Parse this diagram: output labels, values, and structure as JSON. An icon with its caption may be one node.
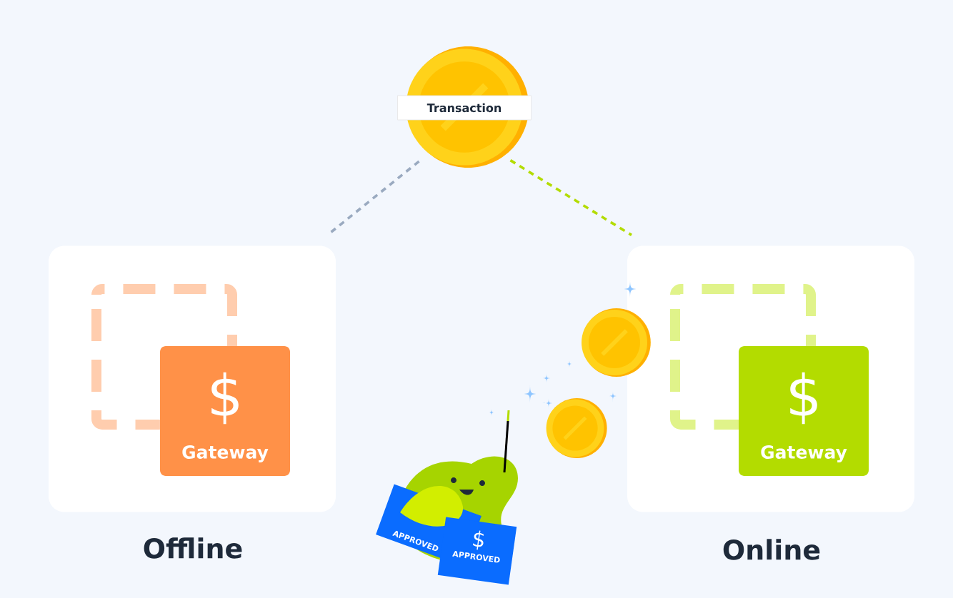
{
  "diagram": {
    "nodes": [
      {
        "text": [
          "Transaction"
        ]
      },
      {
        "text": [
          "Offline"
        ]
      },
      {
        "text": [
          "$",
          "Gateway"
        ],
        "in": 1
      },
      {
        "text": [
          "Online"
        ]
      },
      {
        "text": [
          "$",
          "Gateway"
        ],
        "in": 3
      }
    ],
    "edges": [
      {
        "from": 0,
        "to": 1,
        "arrow": "none",
        "style": "dashed",
        "color": "#9aaac0"
      },
      {
        "from": 0,
        "to": 3,
        "arrow": "none",
        "style": "dashed",
        "color": "#b3dc00"
      }
    ],
    "labels": [
      "APPROVED",
      "$",
      "APPROVED"
    ]
  }
}
